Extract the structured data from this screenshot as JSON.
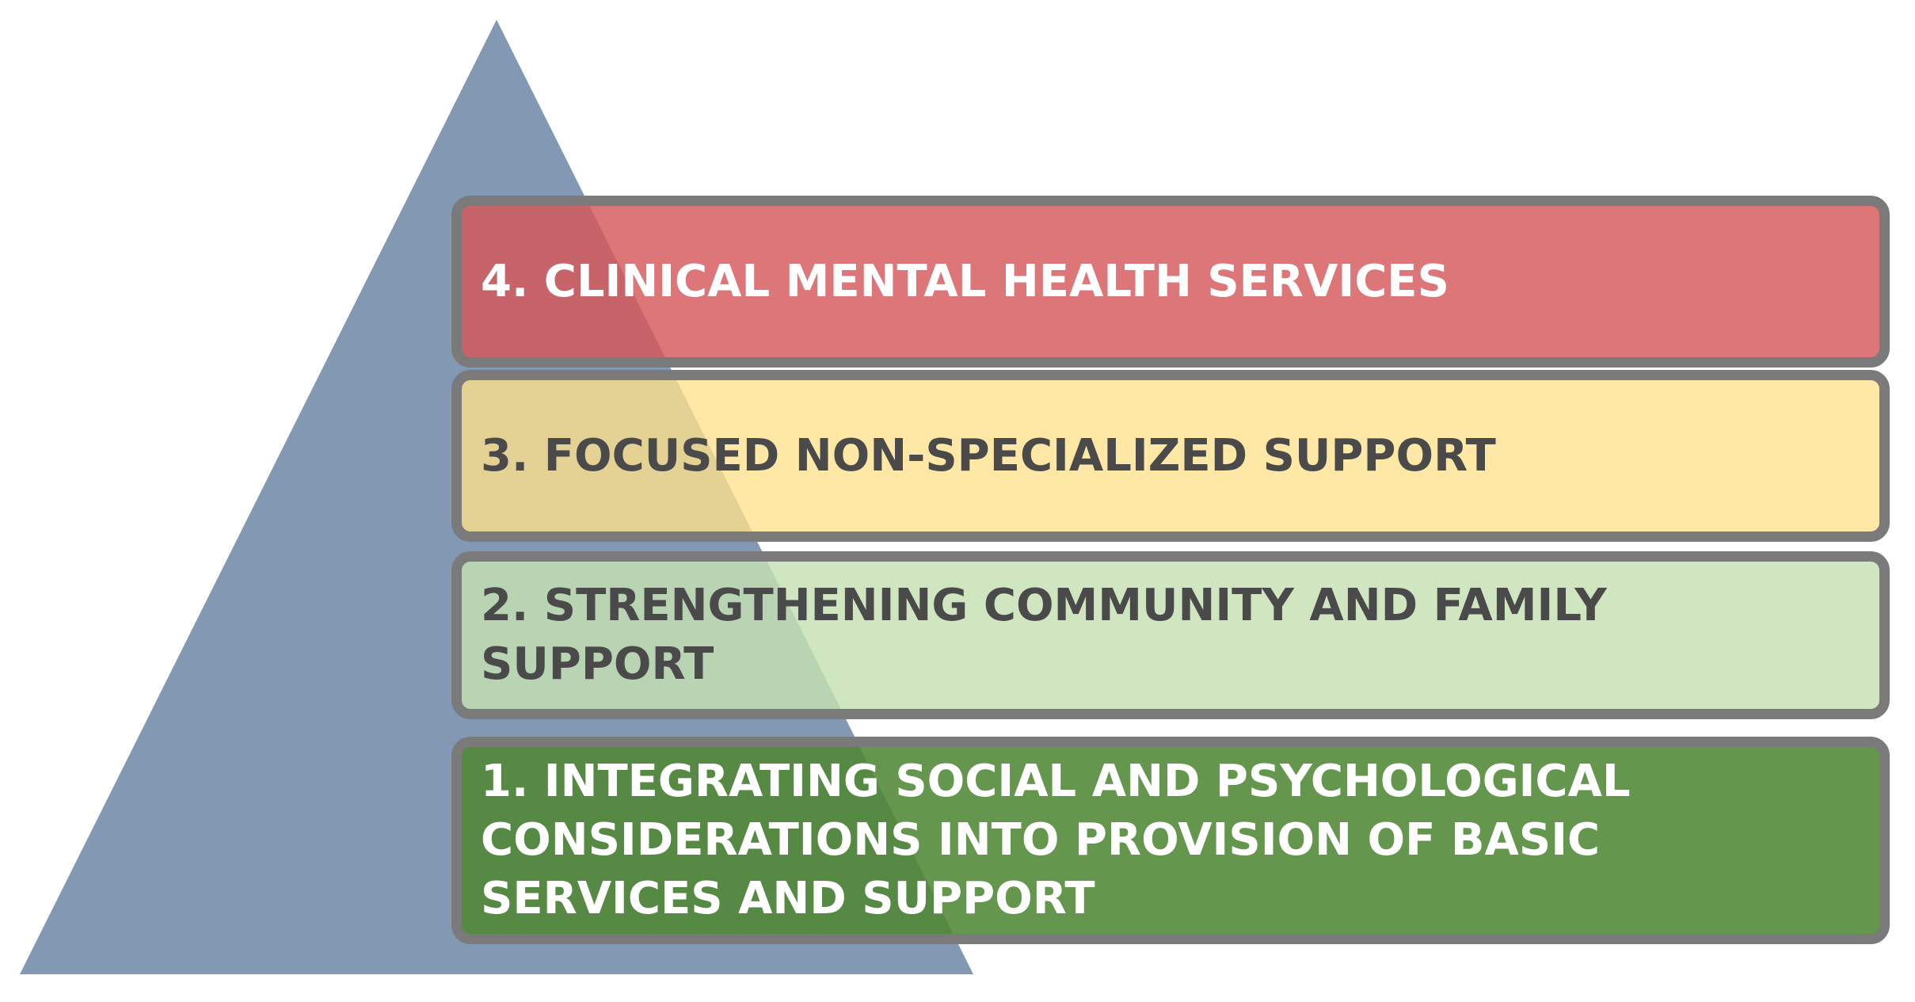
{
  "colors": {
    "pyramid": "#8399b3",
    "tier_border": "#7a7a7a",
    "tier_4_fill": "#df6f6f",
    "tier_3_fill": "#fde7a1",
    "tier_2_fill": "#cfe4bd",
    "tier_1_fill": "#5f9140",
    "light_text": "#ffffff",
    "dark_text": "#4a4a4a"
  },
  "tiers": [
    {
      "level": 4,
      "label": "4. CLINICAL MENTAL HEALTH SERVICES"
    },
    {
      "level": 3,
      "label": "3. FOCUSED NON-SPECIALIZED SUPPORT"
    },
    {
      "level": 2,
      "label": "2. STRENGTHENING COMMUNITY AND FAMILY SUPPORT"
    },
    {
      "level": 1,
      "label": "1. INTEGRATING SOCIAL AND PSYCHOLOGICAL CONSIDERATIONS INTO PROVISION OF BASIC SERVICES AND SUPPORT"
    }
  ]
}
